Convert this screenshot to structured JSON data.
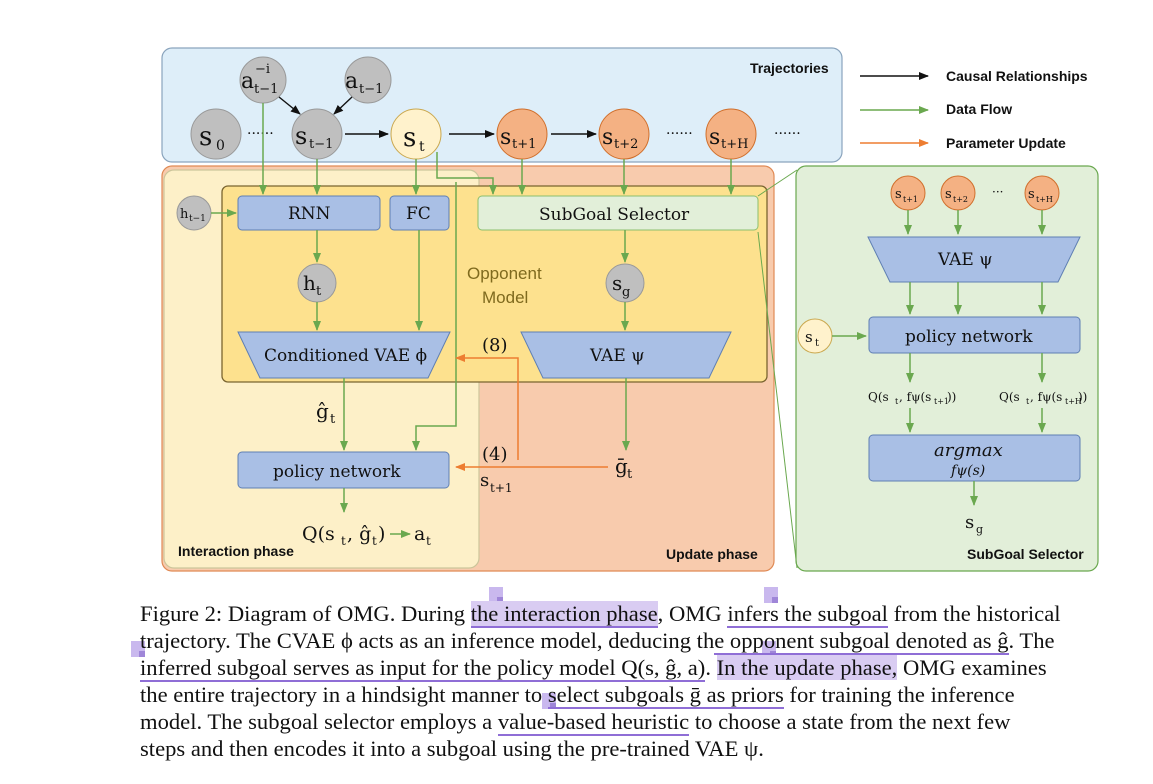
{
  "legend": {
    "causal": "Causal Relationships",
    "dataflow": "Data Flow",
    "param": "Parameter Update"
  },
  "regions": {
    "trajectories": "Trajectories",
    "interaction": "Interaction phase",
    "update": "Update phase",
    "subgoal_selector": "SubGoal Selector",
    "opponent_model_1": "Opponent",
    "opponent_model_2": "Model"
  },
  "nodes": {
    "a_minus_i": "a",
    "a_t1": "a",
    "s0": "s",
    "st1": "s",
    "st": "s",
    "stp1": "s",
    "stp2": "s",
    "stpH": "s",
    "dots": "······",
    "ht1": "h",
    "ht": "h",
    "sg": "s",
    "st_right": "s",
    "sg_right": "s"
  },
  "boxes": {
    "rnn": "RNN",
    "fc": "FC",
    "subgoal_selector": "SubGoal Selector",
    "cvae": "Conditioned VAE ϕ",
    "vae": "VAE ψ",
    "policy_left": "policy network",
    "vae_right": "VAE ψ",
    "policy_right": "policy network",
    "argmax_1": "argmax",
    "argmax_2": "fψ(s)"
  },
  "labels": {
    "eq8": "(8)",
    "eq4": "(4)",
    "ghat": "ĝ",
    "gbar": "ḡ",
    "stp1": "s",
    "q_out": "Q(s",
    "q1": "Q(s",
    "q2": "Q(s"
  },
  "caption": {
    "l1a": "Figure 2: Diagram of OMG. During ",
    "l1b": "the interaction phase",
    "l1c": ", OMG ",
    "l1d": "infers the subgoal",
    "l1e": " from the historical",
    "l2a": "trajectory. The CVAE ϕ acts as an inference model, deducing th",
    "l2b": "e opponent subgoal denoted as ĝ",
    "l2c": ". The",
    "l3a": "inferred subgoal serves as input for the policy model ",
    "l3b": "Q(s, ĝ, a)",
    "l3c": ". ",
    "l3d": "In the update phase,",
    "l3e": " OMG examines",
    "l4a": "the entire trajectory in a hindsight manner to ",
    "l4b": "select subgoals ḡ as priors",
    "l4c": " for training the inference",
    "l5a": "model. The subgoal selector employs a ",
    "l5b": "value-based heuristic",
    "l5c": " to choose a state from the next few",
    "l6": "steps and then encodes it into a subgoal using the pre-trained VAE ψ."
  }
}
